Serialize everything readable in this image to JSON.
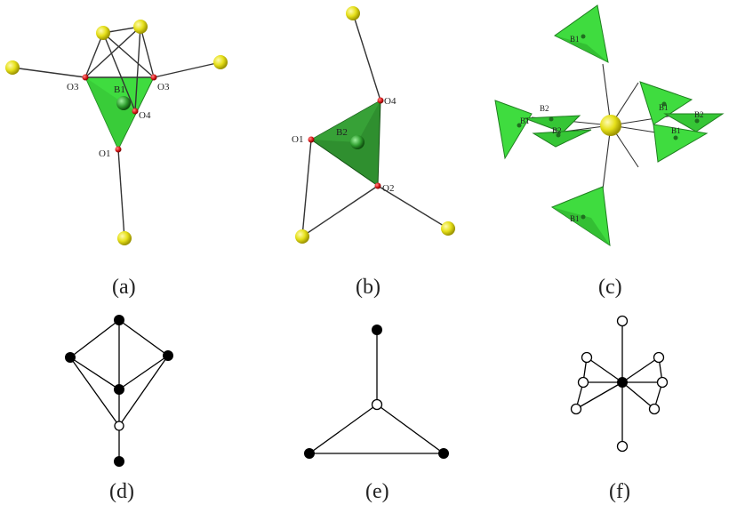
{
  "figure": {
    "panels": [
      {
        "id": "a",
        "caption": "(a)"
      },
      {
        "id": "b",
        "caption": "(b)"
      },
      {
        "id": "c",
        "caption": "(c)"
      },
      {
        "id": "d",
        "caption": "(d)"
      },
      {
        "id": "e",
        "caption": "(e)"
      },
      {
        "id": "f",
        "caption": "(f)"
      }
    ],
    "atom_labels": {
      "a_o3_left": "O3",
      "a_o3_right": "O3",
      "a_b1": "B1",
      "a_o4": "O4",
      "a_o1": "O1",
      "b_o4": "O4",
      "b_o1": "O1",
      "b_b2": "B2",
      "b_o2": "O2",
      "c_b1_top": "B1",
      "c_b2_left": "B2",
      "c_b1_left": "B1",
      "c_b2_mid": "B2",
      "c_b1_right_top": "B1",
      "c_b2_right": "B2",
      "c_b1_right_bot": "B1",
      "c_b1_bottom": "B1"
    },
    "colors": {
      "ba_atom": "#e6e01a",
      "oxygen": "#d81b1b",
      "boron": "#2f9e2f",
      "polyhedron_light": "#3fdc3f",
      "polyhedron_dark": "#2f8f2f",
      "bond": "#333333",
      "graph_node_filled": "#000000",
      "graph_node_open": "#ffffff"
    }
  }
}
